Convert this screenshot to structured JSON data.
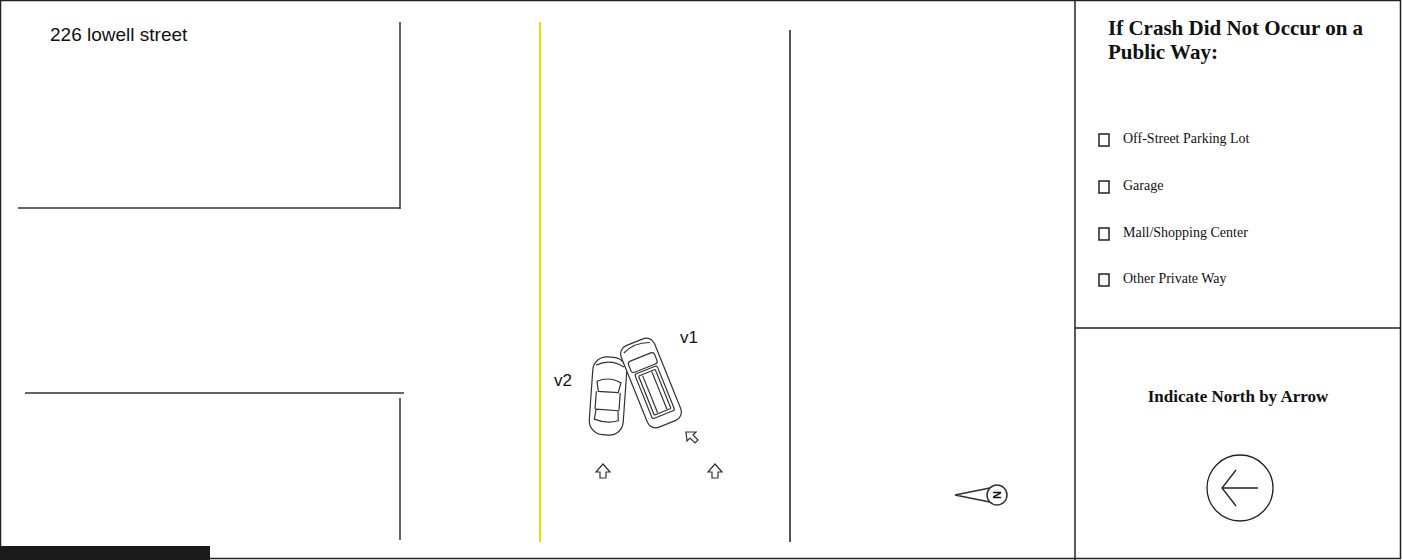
{
  "diagram": {
    "nodes": [
      {
        "text": [
          "If Crash Did Not Occur on a Public Way:",
          "Off-Street Parking Lot",
          "Garage",
          "Mall/Shopping Center",
          "Other Private Way"
        ]
      },
      {
        "text": [
          "Indicate North by Arrow"
        ]
      }
    ],
    "labels": [
      "226 lowell street",
      "v1",
      "v2",
      "N"
    ]
  }
}
